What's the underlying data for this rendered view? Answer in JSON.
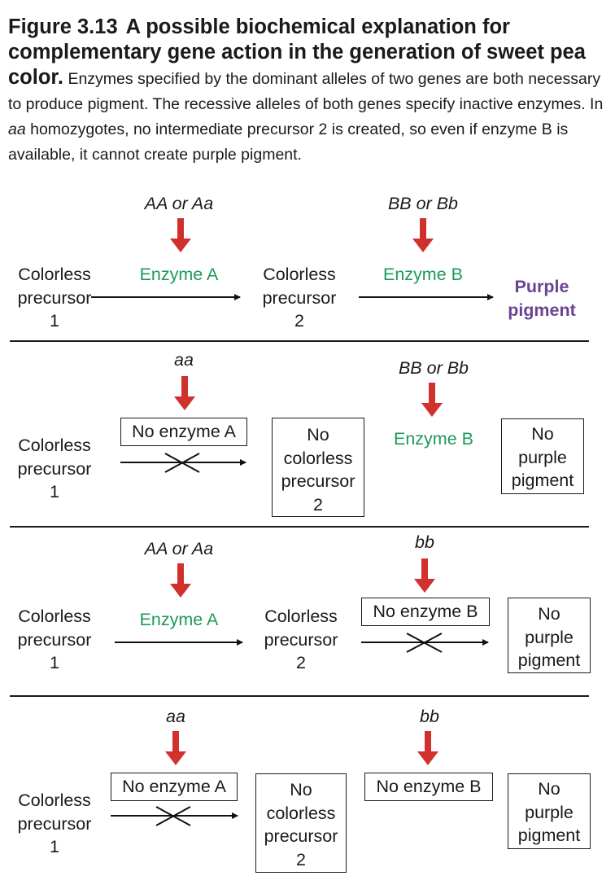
{
  "caption": {
    "figure_number": "Figure 3.13",
    "title": "A possible biochemical explanation for complementary gene action in the generation of sweet pea color.",
    "body_1": " Enzymes specified by the dominant alleles of two genes are both necessary to produce pigment. The recessive alleles of both genes specify inactive enzymes. In ",
    "body_aa": "aa",
    "body_2": " homozygotes, no intermediate precursor 2 is created, so even if enzyme B is available, it cannot create purple pigment."
  },
  "colors": {
    "arrow_red": "#d0312d",
    "enzyme_green": "#1a9a5a",
    "pigment_purple": "#6b4394"
  },
  "rows": [
    {
      "precursor1": "Colorless\nprecursor\n1",
      "genotype_a": "AA or Aa",
      "step_a": "Enzyme A",
      "precursor2": "Colorless\nprecursor\n2",
      "genotype_b": "BB or Bb",
      "step_b": "Enzyme B",
      "product": "Purple\npigment"
    },
    {
      "precursor1": "Colorless\nprecursor\n1",
      "genotype_a": "aa",
      "step_a": "No enzyme A",
      "precursor2": "No\ncolorless\nprecursor\n2",
      "genotype_b": "BB or Bb",
      "step_b": "Enzyme B",
      "product": "No\npurple\npigment"
    },
    {
      "precursor1": "Colorless\nprecursor\n1",
      "genotype_a": "AA or Aa",
      "step_a": "Enzyme A",
      "precursor2": "Colorless\nprecursor\n2",
      "genotype_b": "bb",
      "step_b": "No enzyme B",
      "product": "No\npurple\npigment"
    },
    {
      "precursor1": "Colorless\nprecursor\n1",
      "genotype_a": "aa",
      "step_a": "No enzyme A",
      "precursor2": "No\ncolorless\nprecursor\n2",
      "genotype_b": "bb",
      "step_b": "No enzyme B",
      "product": "No\npurple\npigment"
    }
  ]
}
